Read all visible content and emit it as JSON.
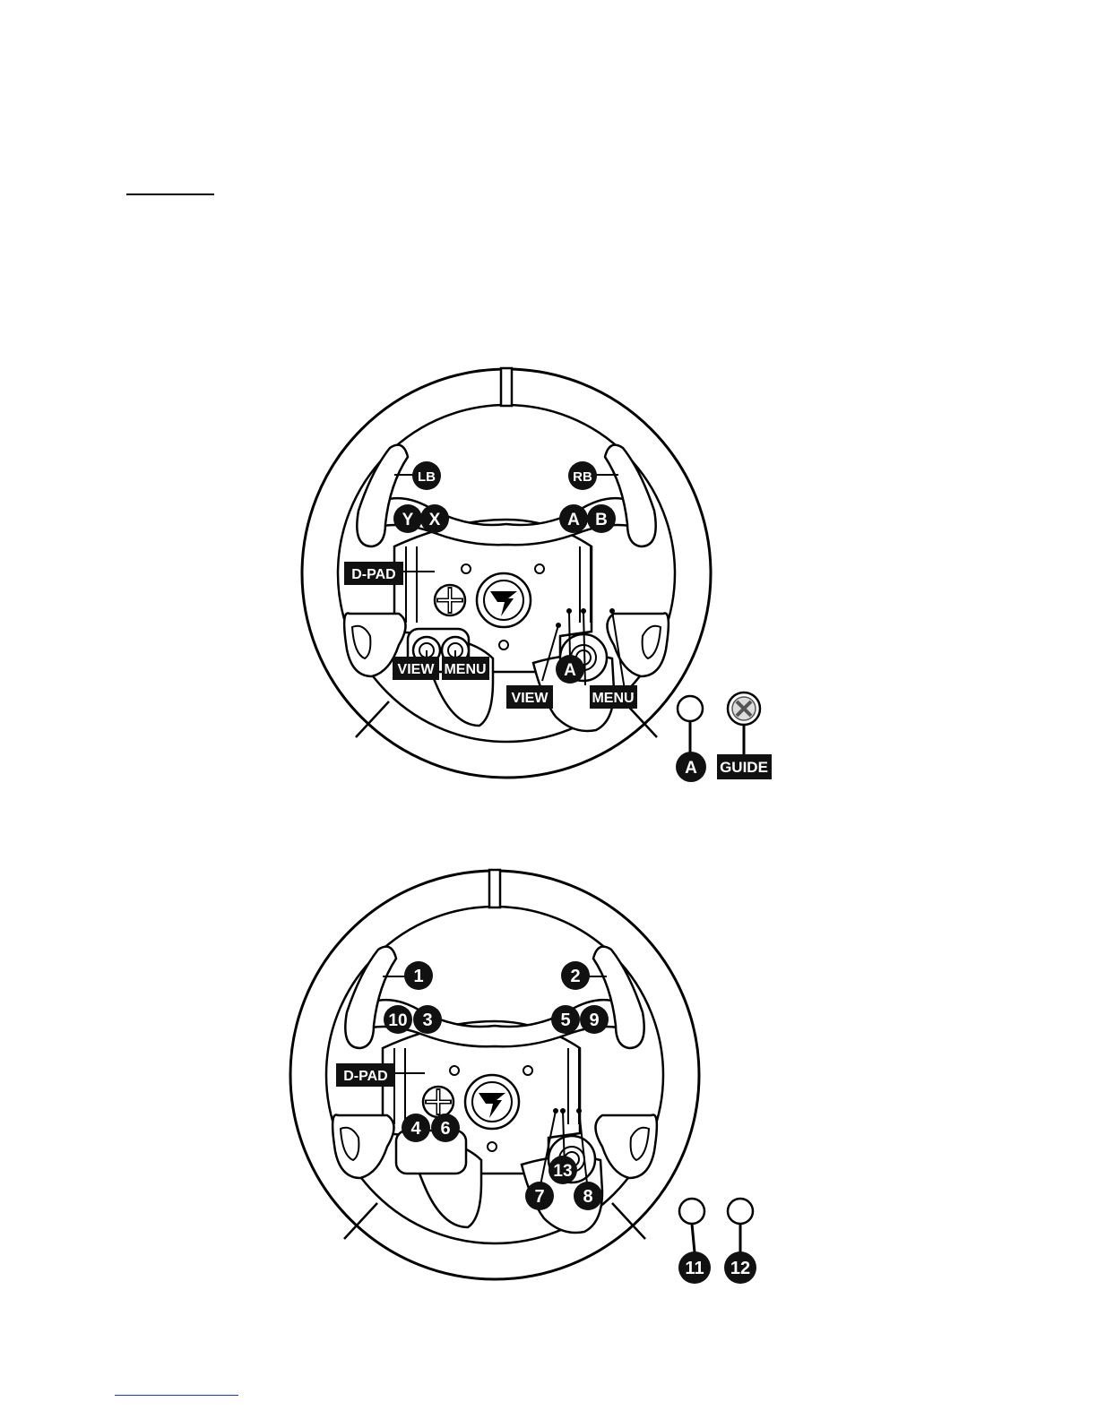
{
  "diagram_xbox": {
    "labels": {
      "lb": "LB",
      "rb": "RB",
      "y": "Y",
      "x": "X",
      "a": "A",
      "b": "B",
      "dpad": "D-PAD",
      "view_left": "VIEW",
      "menu_left": "MENU",
      "a_center": "A",
      "view_right": "VIEW",
      "menu_right": "MENU",
      "a_bottom": "A",
      "guide": "GUIDE"
    }
  },
  "diagram_pc": {
    "labels": {
      "b1": "1",
      "b2": "2",
      "b10": "10",
      "b3": "3",
      "b5": "5",
      "b9": "9",
      "dpad": "D-PAD",
      "b4": "4",
      "b6": "6",
      "b13": "13",
      "b7": "7",
      "b8": "8",
      "b11": "11",
      "b12": "12"
    }
  },
  "colors": {
    "ink": "#000000",
    "label_fill": "#111111",
    "label_text": "#ffffff",
    "link_blue": "#1a3ad6"
  },
  "icons": {
    "xbox_logo": "xbox-logo-icon",
    "brand_logo": "thrustmaster-logo-icon"
  }
}
